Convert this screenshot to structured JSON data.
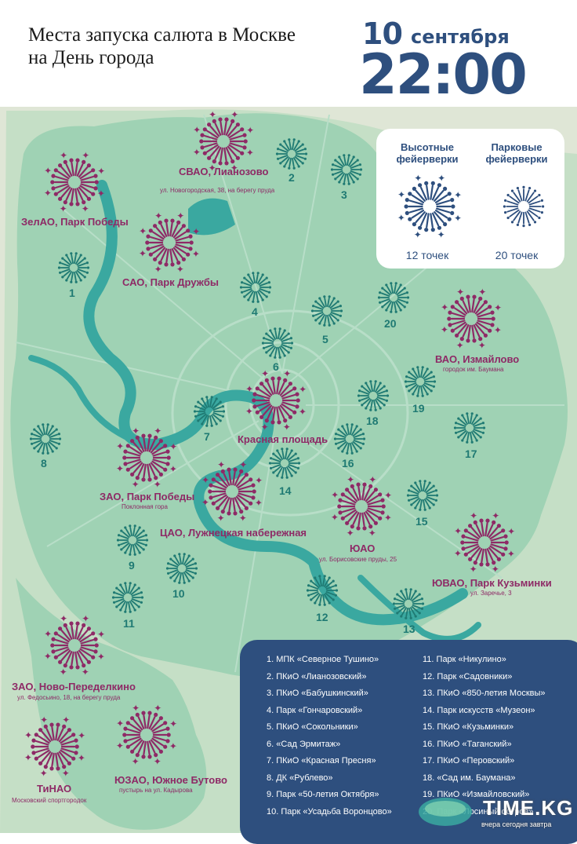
{
  "header": {
    "title_line1": "Места запуска салюта в Москве",
    "title_line2": "на День города",
    "day": "10",
    "month": "сентября",
    "time": "22:00"
  },
  "colors": {
    "high": "#8e2a66",
    "park": "#1f7a73",
    "legend_icon": "#2e4f7e",
    "map_bg": "#9fd2b4",
    "water": "#3aa8a0",
    "panel": "#2e4f7e"
  },
  "legend": {
    "high_title": "Высотные фейерверки",
    "park_title": "Парковые фейерверки",
    "high_count": "12 точек",
    "park_count": "20 точек"
  },
  "high_sites": [
    {
      "name": "СВАО, Лианозово",
      "note": "ул. Новогородская, 38, на берегу пруда"
    },
    {
      "name": "ЗелАО, Парк Победы",
      "note": ""
    },
    {
      "name": "САО, Парк Дружбы",
      "note": ""
    },
    {
      "name": "ВАО, Измайлово",
      "note": "городок им. Баумана"
    },
    {
      "name": "Красная площадь",
      "note": ""
    },
    {
      "name": "ЗАО, Парк Победы",
      "note": "Поклонная гора"
    },
    {
      "name": "ЦАО, Лужнецкая набережная",
      "note": ""
    },
    {
      "name": "ЮАО",
      "note": "ул. Борисовские пруды, 25"
    },
    {
      "name": "ЮВАО, Парк Кузьминки",
      "note": "ул. Заречье, 3"
    },
    {
      "name": "ЗАО, Ново-Переделкино",
      "note": "ул. Федосьино, 18, на берегу пруда"
    },
    {
      "name": "ТиНАО",
      "note": "Московский спортгородок"
    },
    {
      "name": "ЮЗАО, Южное Бутово",
      "note": "пустырь на ул. Кадырова"
    }
  ],
  "park_sites": [
    "1",
    "2",
    "3",
    "4",
    "5",
    "6",
    "7",
    "8",
    "9",
    "10",
    "11",
    "12",
    "13",
    "14",
    "15",
    "16",
    "17",
    "18",
    "19",
    "20"
  ],
  "parks_list": [
    "1. МПК «Северное Тушино»",
    "2. ПКиО «Лианозовский»",
    "3. ПКиО «Бабушкинский»",
    "4. Парк «Гончаровский»",
    "5. ПКиО «Сокольники»",
    "6. «Сад Эрмитаж»",
    "7. ПКиО «Красная Пресня»",
    "8. ДК «Рублево»",
    "9. Парк «50-летия Октября»",
    "10. Парк «Усадьба Воронцово»",
    "11. Парк «Никулино»",
    "12. Парк «Садовники»",
    "13. ПКиО «850-летия Москвы»",
    "14. Парк искусств «Музеон»",
    "15. ПКиО «Кузьминки»",
    "16. ПКиО «Таганский»",
    "17. ПКиО «Перовский»",
    "18. «Сад им. Баумана»",
    "19. ПКиО «Измайловский»",
    "20. Парк «Лосиный остров»"
  ],
  "watermark": {
    "logo": "TIME.KG",
    "tagline": "вчера сегодня завтра"
  }
}
